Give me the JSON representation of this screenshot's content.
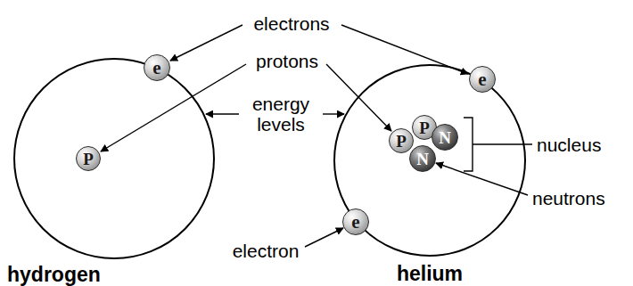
{
  "diagram": {
    "nodes": [
      {
        "text": [
          "hydrogen"
        ]
      },
      {
        "text": [
          "e"
        ],
        "in": 0
      },
      {
        "text": [
          "P"
        ],
        "in": 0
      },
      {
        "text": [
          "helium"
        ]
      },
      {
        "text": [
          "e"
        ],
        "in": 3
      },
      {
        "text": [
          "P"
        ],
        "in": 3
      },
      {
        "text": [
          "P"
        ],
        "in": 3
      },
      {
        "text": [
          "N"
        ],
        "in": 3
      },
      {
        "text": [
          "N"
        ],
        "in": 3
      },
      {
        "text": [
          "e"
        ],
        "in": 3
      }
    ],
    "labels": [
      "electrons",
      "protons",
      "energy levels",
      "nucleus",
      "neutrons",
      "electron"
    ]
  }
}
